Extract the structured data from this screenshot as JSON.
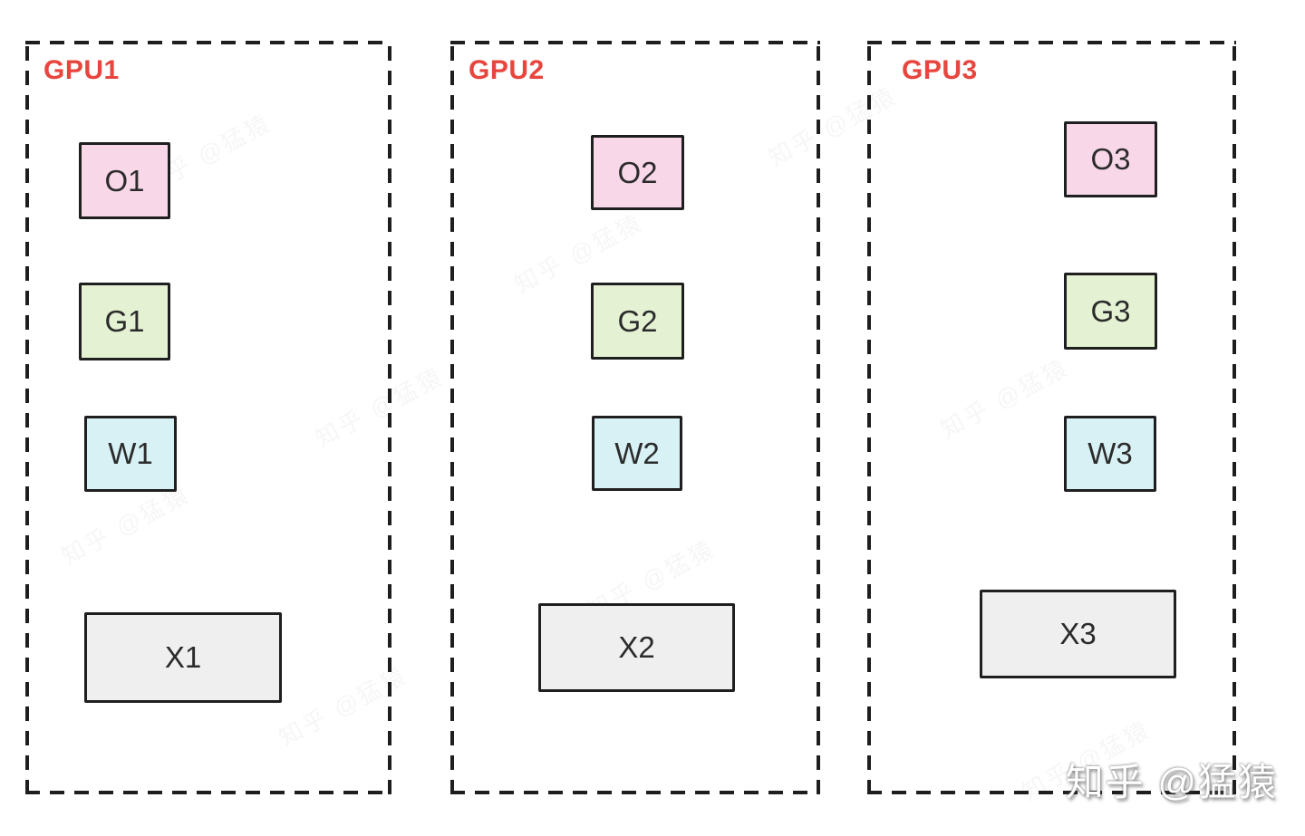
{
  "diagram": {
    "description_visible_text_only": "",
    "panels": [
      {
        "label": "GPU1",
        "boxes": [
          {
            "label": "O1",
            "fill": "#f8d7e9"
          },
          {
            "label": "G1",
            "fill": "#e4f2d3"
          },
          {
            "label": "W1",
            "fill": "#d7f1f5"
          },
          {
            "label": "X1",
            "fill": "#efefef"
          }
        ]
      },
      {
        "label": "GPU2",
        "boxes": [
          {
            "label": "O2",
            "fill": "#f8d7e9"
          },
          {
            "label": "G2",
            "fill": "#e4f2d3"
          },
          {
            "label": "W2",
            "fill": "#d7f1f5"
          },
          {
            "label": "X2",
            "fill": "#efefef"
          }
        ]
      },
      {
        "label": "GPU3",
        "boxes": [
          {
            "label": "O3",
            "fill": "#f8d7e9"
          },
          {
            "label": "G3",
            "fill": "#e4f2d3"
          },
          {
            "label": "W3",
            "fill": "#d7f1f5"
          },
          {
            "label": "X3",
            "fill": "#efefef"
          }
        ]
      }
    ],
    "colors": {
      "panel_label_red": "#e8453e",
      "box_border": "#1f1f1f",
      "panel_dash": "#1e1e1e",
      "optimizer_pink": "#f8d7e9",
      "gradient_green": "#e4f2d3",
      "weight_cyan": "#d7f1f5",
      "input_gray": "#efefef",
      "background": "#ffffff"
    }
  },
  "watermark": {
    "text": "知乎 @猛猿"
  }
}
